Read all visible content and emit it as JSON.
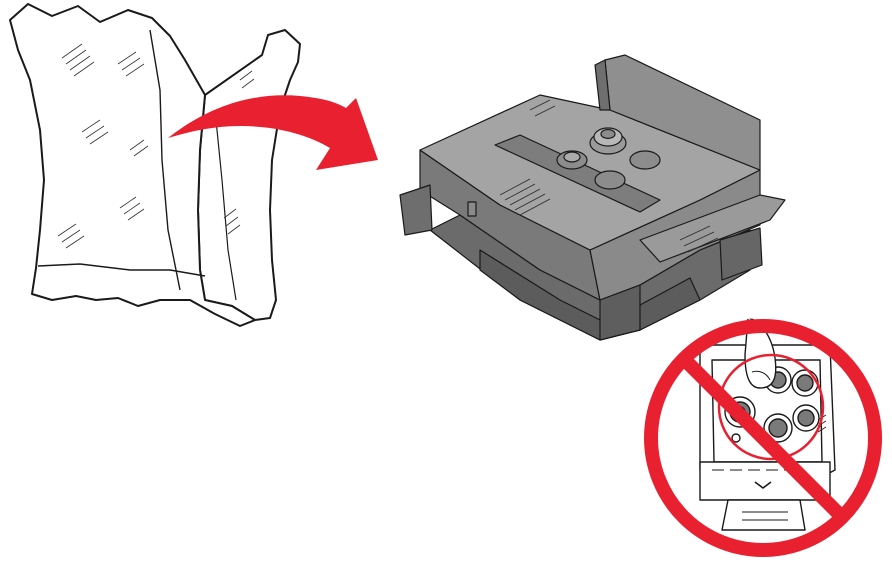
{
  "figure": {
    "elements": [
      "packaging-bag",
      "removal-arrow",
      "print-head",
      "prohibition-sign",
      "print-head-underside"
    ]
  },
  "colors": {
    "arrow": "#e8202f",
    "prohibition": "#e8202f",
    "head_dark": "#6b6b6b",
    "head_mid": "#888888",
    "head_light": "#a9a9a9",
    "outline": "#1a1a1a",
    "background": "#ffffff"
  },
  "icons": [
    "packaging-bag-icon",
    "curved-arrow-icon",
    "print-head-icon",
    "no-touch-sign-icon"
  ]
}
